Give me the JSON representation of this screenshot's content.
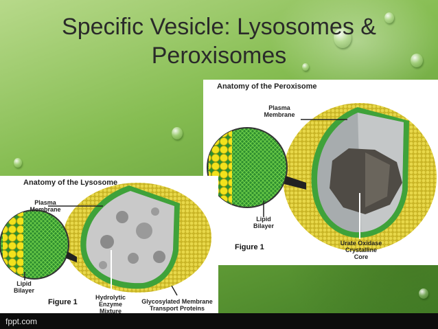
{
  "slide": {
    "title_line1": "Specific Vesicle: Lysosomes &",
    "title_line2": "Peroxisomes",
    "footer": "fppt.com"
  },
  "lysosome": {
    "title": "Anatomy of the Lysosome",
    "labels": {
      "plasma_membrane": "Plasma\nMembrane",
      "lipid_bilayer": "Lipid\nBilayer",
      "enzyme": "Hydrolytic\nEnzyme\nMixture",
      "glyco": "Glycosylated Membrane\nTransport Proteins"
    },
    "figure": "Figure 1"
  },
  "peroxisome": {
    "title": "Anatomy of the Peroxisome",
    "labels": {
      "plasma_membrane": "Plasma\nMembrane",
      "lipid_bilayer": "Lipid\nBilayer",
      "core": "Urate Oxidase\nCrystalline\nCore"
    },
    "figure": "Figure 1"
  },
  "colors": {
    "outer_shell": "#c9b526",
    "membrane": "#3fa23a",
    "lysosome_interior": "#c9c9c9",
    "peroxisome_interior": "#a7acae",
    "crystal_core": "#4f4b45"
  }
}
